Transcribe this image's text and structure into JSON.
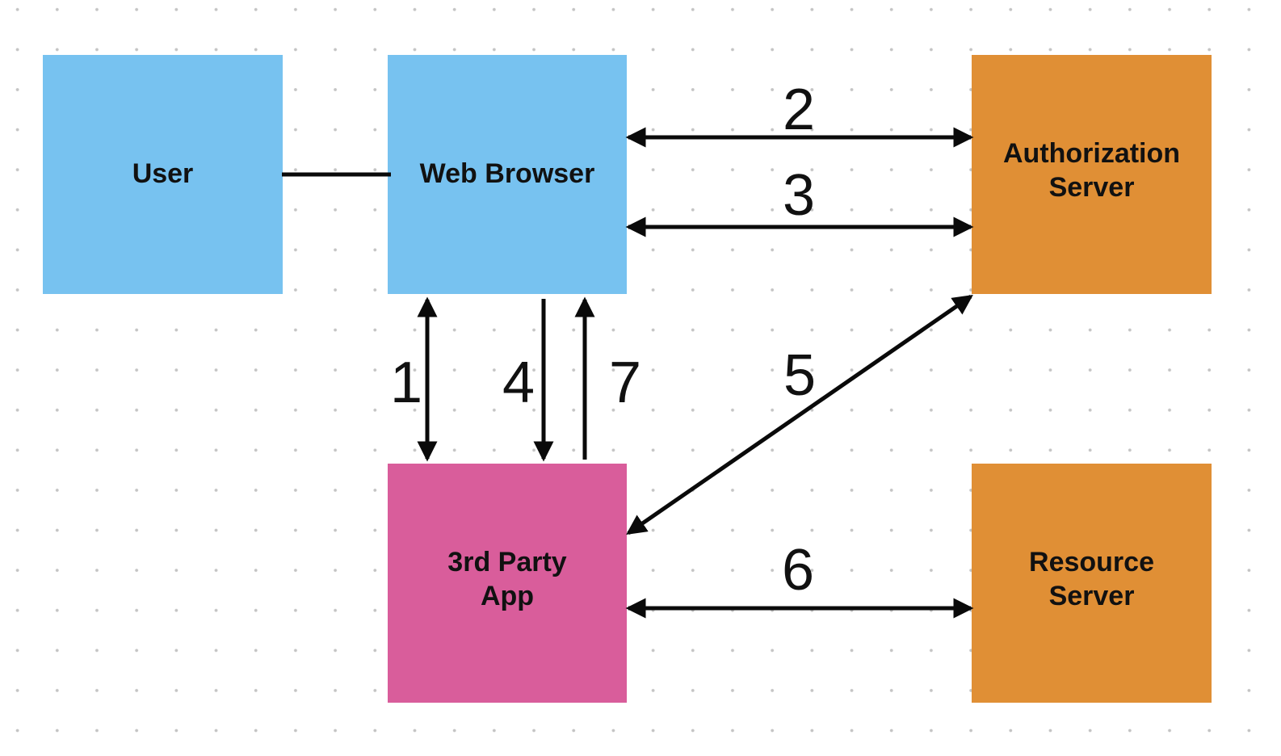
{
  "colors": {
    "client": "#77c2f0",
    "app": "#d95d9b",
    "server": "#e08f35",
    "edge": "#0a0a0a"
  },
  "nodes": {
    "user": {
      "label": "User"
    },
    "browser": {
      "label": "Web Browser"
    },
    "auth_server": {
      "label": "Authorization Server"
    },
    "app": {
      "label": "3rd Party App"
    },
    "resource_server": {
      "label": "Resource Server"
    }
  },
  "edges": [
    {
      "id": "user-browser",
      "from": "user",
      "to": "browser",
      "direction": "none",
      "label": ""
    },
    {
      "id": "step-1",
      "from": "browser",
      "to": "app",
      "direction": "both",
      "label": "1"
    },
    {
      "id": "step-2",
      "from": "browser",
      "to": "auth_server",
      "direction": "both",
      "label": "2"
    },
    {
      "id": "step-3",
      "from": "browser",
      "to": "auth_server",
      "direction": "both",
      "label": "3"
    },
    {
      "id": "step-4",
      "from": "browser",
      "to": "app",
      "direction": "forward",
      "label": "4"
    },
    {
      "id": "step-5",
      "from": "app",
      "to": "auth_server",
      "direction": "both",
      "label": "5"
    },
    {
      "id": "step-6",
      "from": "app",
      "to": "resource_server",
      "direction": "both",
      "label": "6"
    },
    {
      "id": "step-7",
      "from": "app",
      "to": "browser",
      "direction": "forward",
      "label": "7"
    }
  ]
}
